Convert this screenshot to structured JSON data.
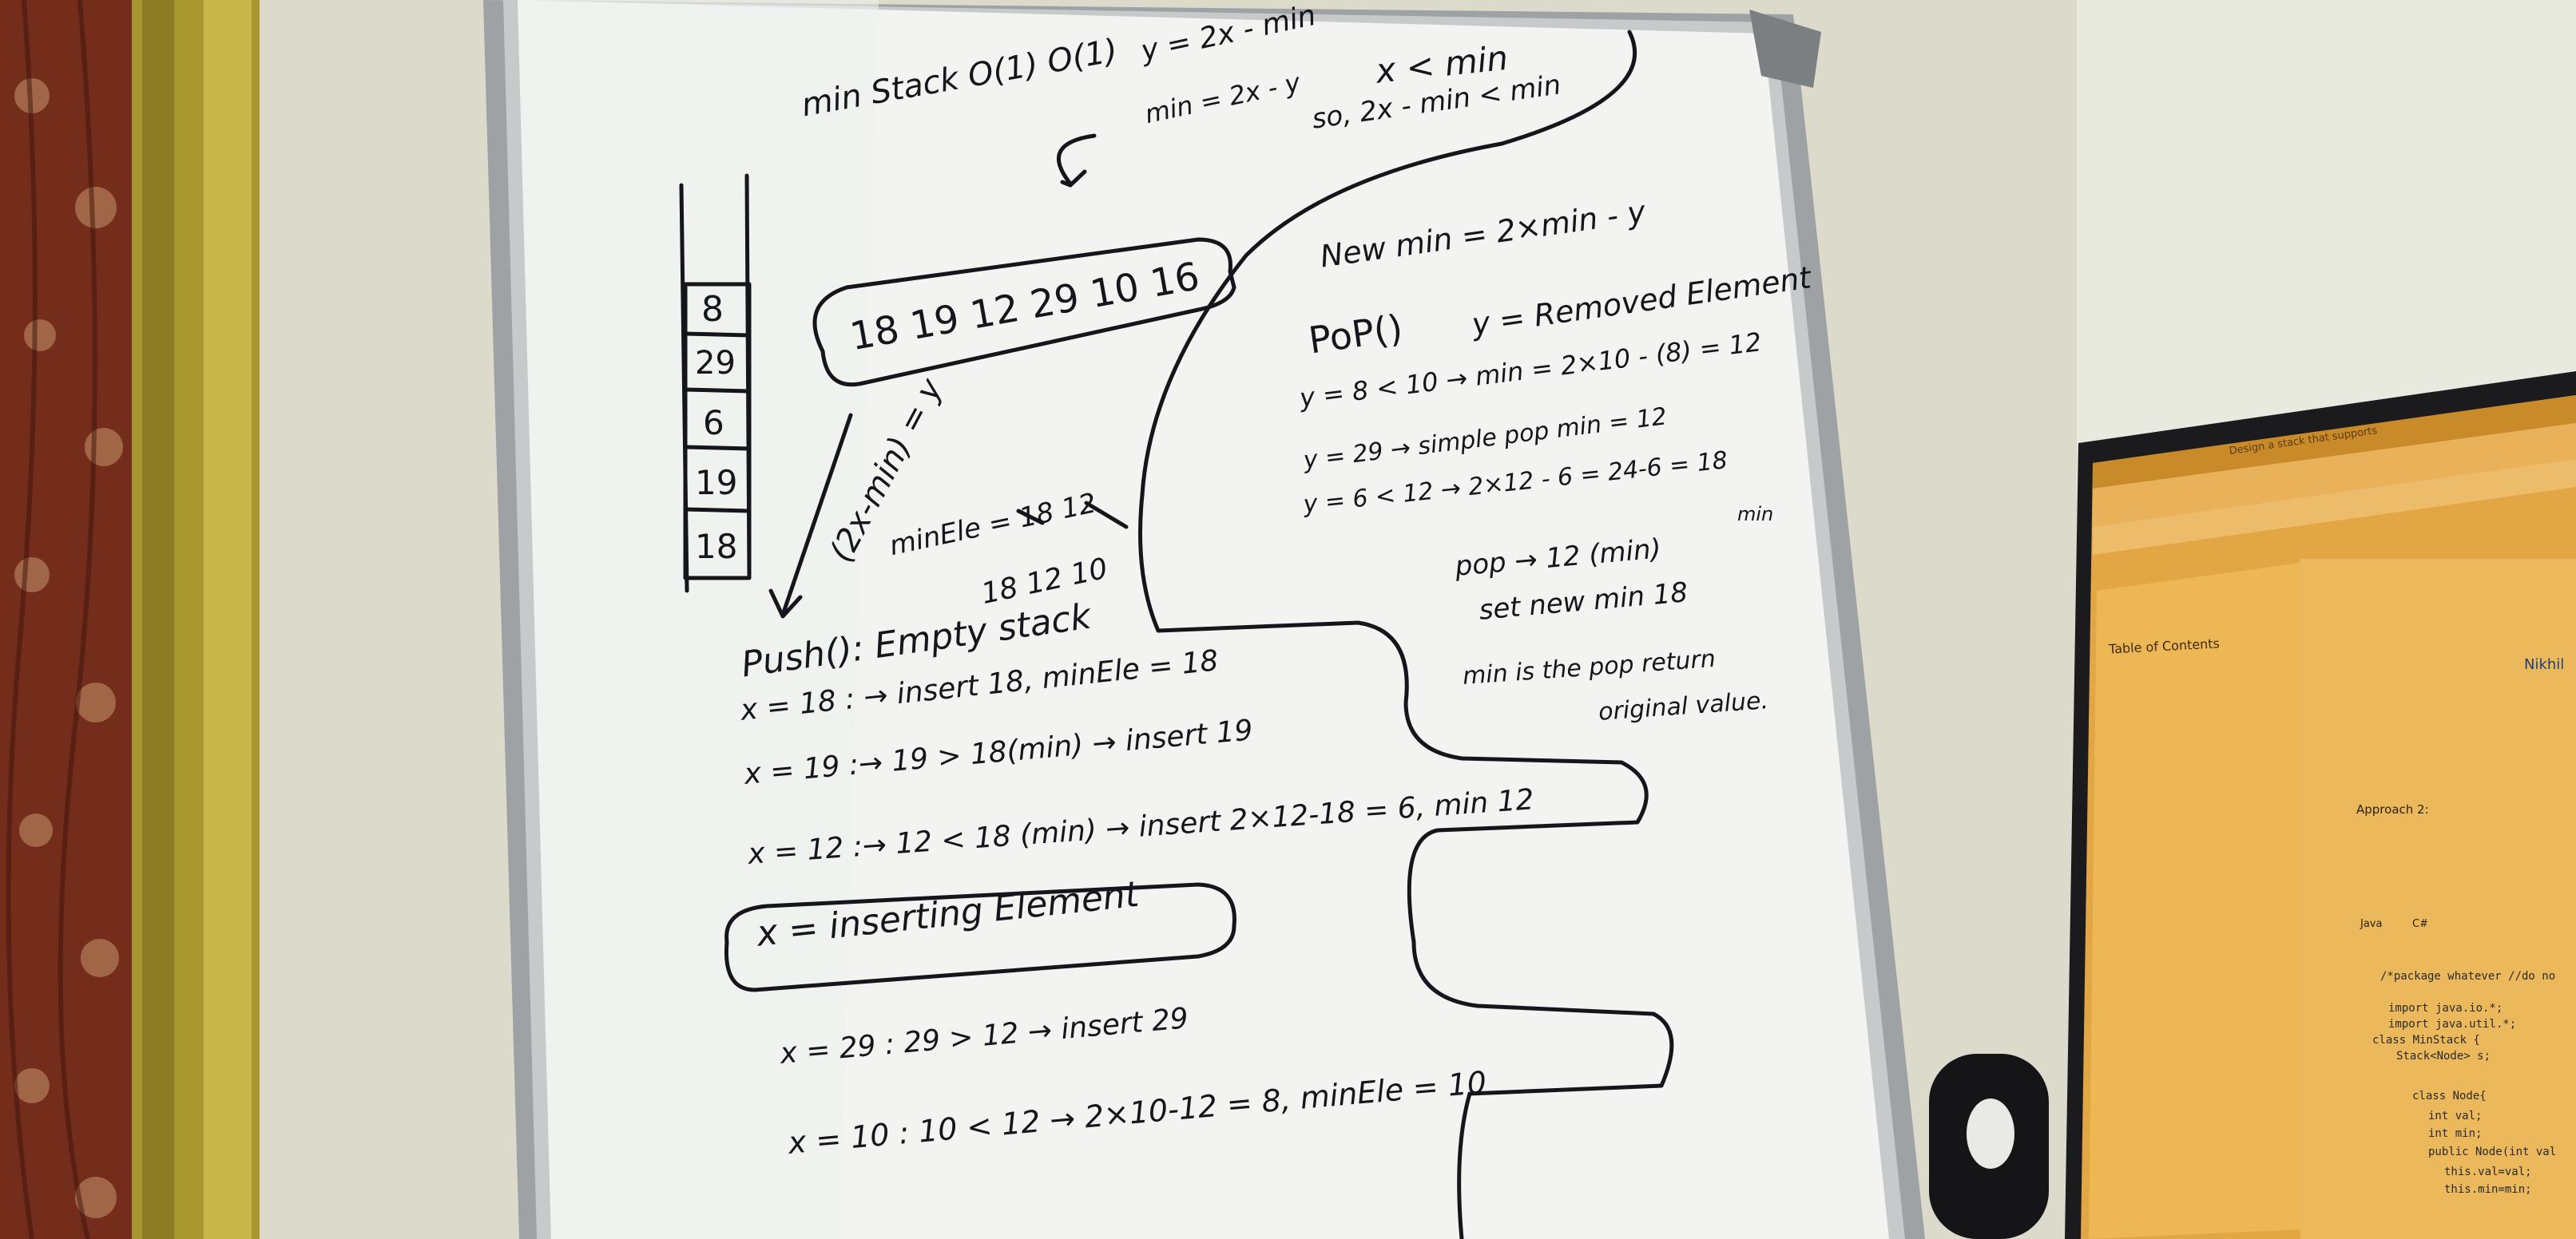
{
  "photo": {
    "subject": "whiteboard",
    "colors": {
      "wall": "#e6e4d6",
      "board": "#f2f3f1",
      "frame": "#b9bcbe",
      "curtain": "#6e2a18",
      "door": "#b4a23c",
      "monitor_screen": "#e0a640",
      "marker": "#15151c"
    }
  },
  "whiteboard": {
    "header": {
      "min_stack": "min Stack O(1) O(1)",
      "y_formula": "y = 2x - min",
      "min_formula": "min = 2x - y",
      "x_lt_min": "x < min",
      "so_line": "so, 2x - min < min"
    },
    "stack_cells": [
      "8",
      "29",
      "6",
      "19",
      "18"
    ],
    "array_box": "18 19 12 29 10 16",
    "diag_expr": "(2x-min) = y",
    "min_ele": "minEle = 18 12",
    "min_history": "18 12 10",
    "push_title": "Push(): Empty stack",
    "push_lines": [
      "x = 18 : → insert 18, minEle = 18",
      "x = 19 :→ 19 > 18(min) → insert 19",
      "x = 12 :→ 12 < 18 (min) → insert 2×12-18 = 6, min 12",
      "x = 29 : 29 > 12 → insert 29",
      "x = 10 : 10 < 12 → 2×10-12 = 8, minEle = 10"
    ],
    "inserting_box": "x = inserting Element",
    "new_min": "New min = 2×min - y",
    "pop_title": "PoP()",
    "pop_y": "y = Removed Element",
    "pop_lines": [
      "y = 8 < 10 → min = 2×10 - (8) = 12",
      "y = 29 → simple pop min = 12",
      "y = 6 < 12 → 2×12 - 6 = 24-6 = 18"
    ],
    "pop_min_note": "min",
    "pop_return": "pop → 12 (min)",
    "set_new_min": "set new min 18",
    "return_note_1": "min is the pop return",
    "return_note_2": "original value."
  },
  "monitor": {
    "tab_label": "Design a stack that supports",
    "toc_title": "Table of Contents",
    "contributed": "Nikhil",
    "approach": "Approach 2:",
    "lang_tabs": [
      "Java",
      "C#"
    ],
    "code_lines": [
      "/*package whatever //do no",
      "import java.io.*;",
      "import java.util.*;",
      "class MinStack {",
      "  Stack<Node> s;",
      "",
      "  class Node{",
      "    int val;",
      "    int min;",
      "    public Node(int val",
      "      this.val=val;",
      "      this.min=min;"
    ]
  }
}
